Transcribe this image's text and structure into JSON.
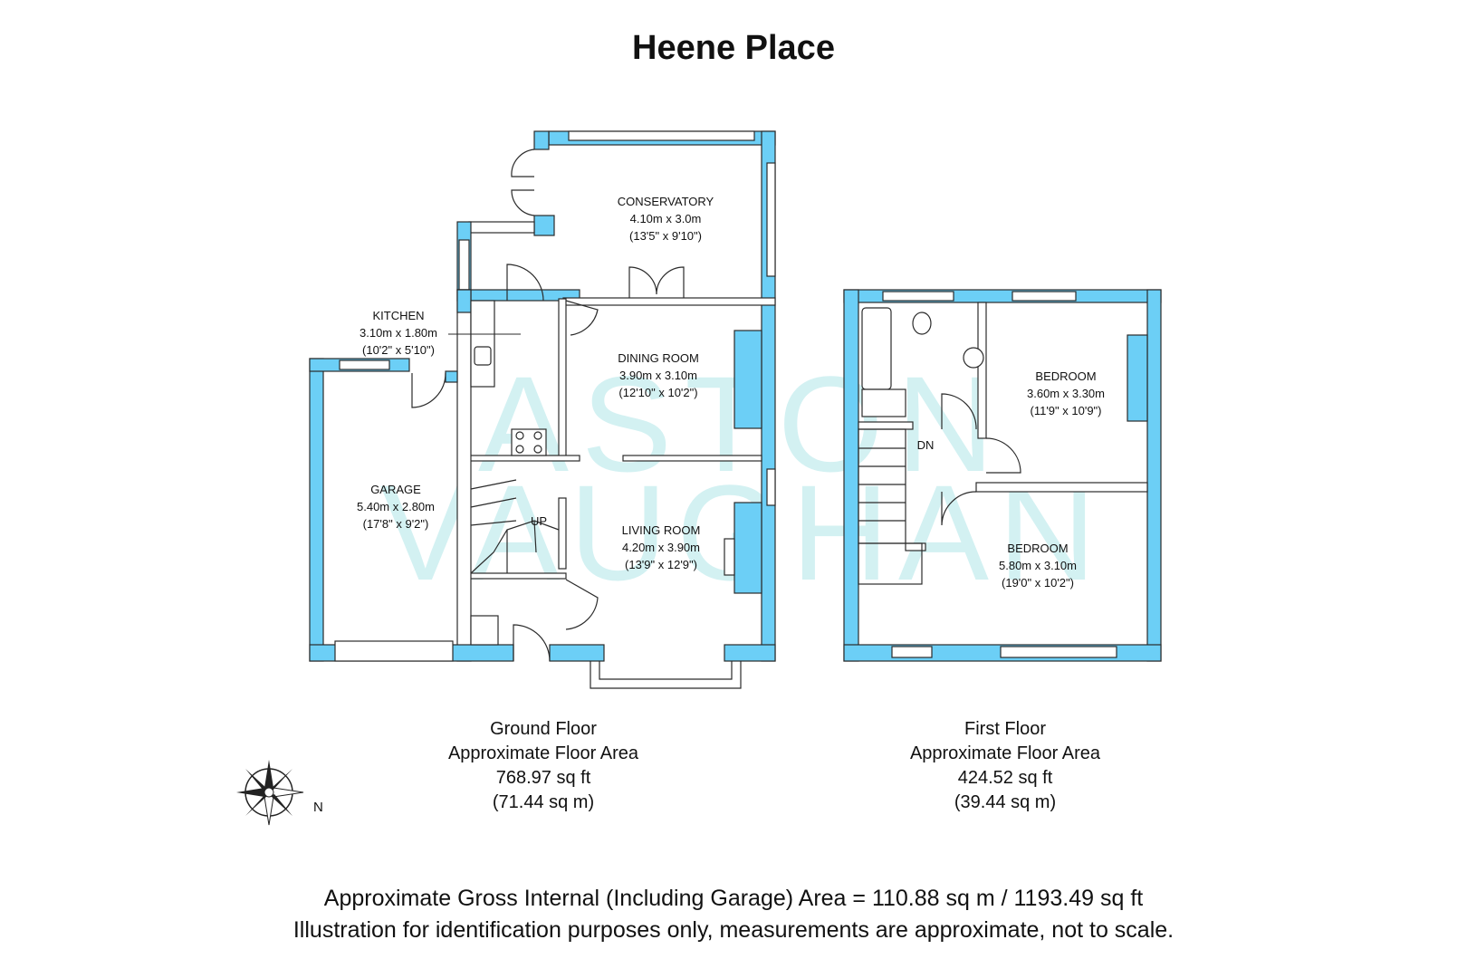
{
  "title": "Heene Place",
  "colors": {
    "wall": "#6ccff6",
    "outline": "#2b2b2b",
    "watermark": "#c9eef0"
  },
  "watermark": {
    "line1": "ASTON",
    "line2": "VAUGHAN"
  },
  "rooms": {
    "conservatory": {
      "name": "CONSERVATORY",
      "metric": "4.10m x 3.0m",
      "imperial": "(13'5\" x 9'10\")"
    },
    "kitchen": {
      "name": "KITCHEN",
      "metric": "3.10m x 1.80m",
      "imperial": "(10'2\" x 5'10\")"
    },
    "dining": {
      "name": "DINING ROOM",
      "metric": "3.90m x 3.10m",
      "imperial": "(12'10\" x 10'2\")"
    },
    "garage": {
      "name": "GARAGE",
      "metric": "5.40m x 2.80m",
      "imperial": "(17'8\" x 9'2\")"
    },
    "living": {
      "name": "LIVING ROOM",
      "metric": "4.20m x 3.90m",
      "imperial": "(13'9\" x 12'9\")"
    },
    "bedroom1": {
      "name": "BEDROOM",
      "metric": "3.60m x 3.30m",
      "imperial": "(11'9\" x 10'9\")"
    },
    "bedroom2": {
      "name": "BEDROOM",
      "metric": "5.80m x 3.10m",
      "imperial": "(19'0\" x 10'2\")"
    }
  },
  "stairs": {
    "up": "UP",
    "down": "DN"
  },
  "ground_floor": {
    "name": "Ground Floor",
    "label": "Approximate Floor Area",
    "sqft": "768.97 sq ft",
    "sqm": "(71.44 sq m)"
  },
  "first_floor": {
    "name": "First Floor",
    "label": "Approximate Floor Area",
    "sqft": "424.52 sq ft",
    "sqm": "(39.44 sq m)"
  },
  "compass": {
    "north": "N"
  },
  "footer": {
    "line1": "Approximate Gross Internal (Including Garage) Area = 110.88 sq m / 1193.49 sq ft",
    "line2": "Illustration for identification purposes only, measurements are approximate, not to scale."
  }
}
